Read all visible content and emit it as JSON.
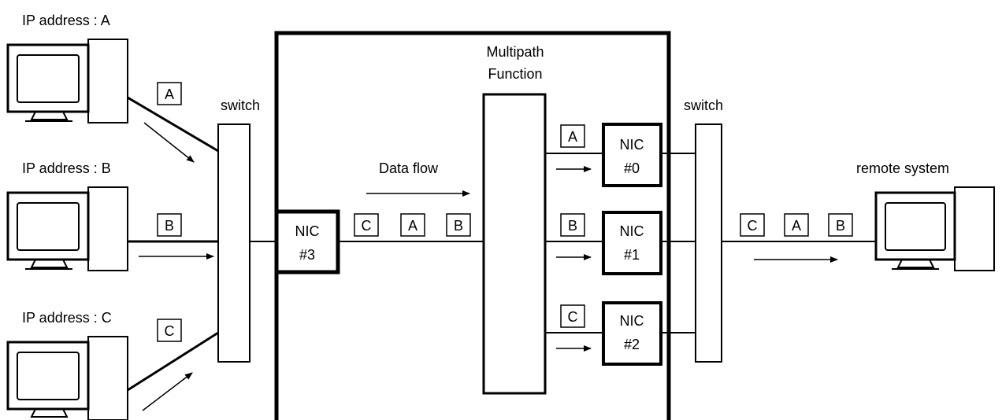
{
  "hosts": [
    {
      "label": "IP address : A",
      "packet": "A"
    },
    {
      "label": "IP address : B",
      "packet": "B"
    },
    {
      "label": "IP address : C",
      "packet": "C"
    }
  ],
  "switch_left_label": "switch",
  "switch_right_label": "switch",
  "nic_left": {
    "line1": "NIC",
    "line2": "#3"
  },
  "data_flow_label": "Data flow",
  "multipath": {
    "line1": "Multipath",
    "line2": "Function"
  },
  "center_packets": [
    "C",
    "A",
    "B"
  ],
  "right_nics": [
    {
      "packet": "A",
      "line1": "NIC",
      "line2": "#0"
    },
    {
      "packet": "B",
      "line1": "NIC",
      "line2": "#1"
    },
    {
      "packet": "C",
      "line1": "NIC",
      "line2": "#2"
    }
  ],
  "remote_label": "remote system",
  "remote_packets": [
    "C",
    "A",
    "B"
  ]
}
